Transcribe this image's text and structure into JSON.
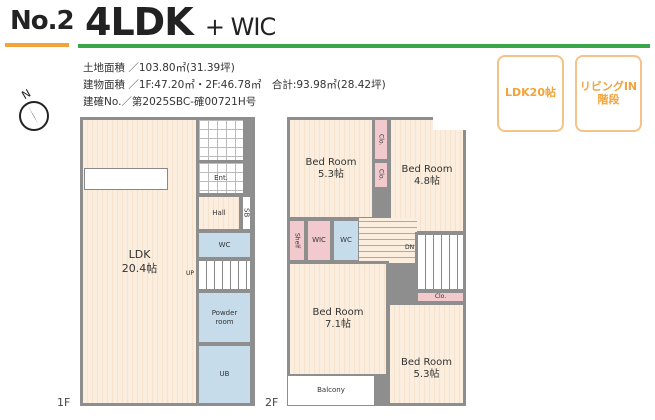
{
  "header": {
    "number": "No.2",
    "plan": "4LDK",
    "plan_suffix": "+ WIC"
  },
  "specs": {
    "land": "土地面積 ／103.80㎡(31.39坪)",
    "building": "建物面積 ／1F:47.20㎡・2F:46.78㎡　合計:93.98㎡(28.42坪)",
    "permit": "建確No.／第2025SBC-確00721H号"
  },
  "badges": [
    "LDK20帖",
    "リビングIN\n階段"
  ],
  "compass": {
    "label": "N"
  },
  "floor1": {
    "label": "1F",
    "ldk": "LDK",
    "ldk_size": "20.4帖",
    "ent": "Ent.",
    "hall": "Hall",
    "sb": "SB",
    "wc": "WC",
    "up": "UP",
    "powder": "Powder room",
    "ub": "UB"
  },
  "floor2": {
    "label": "2F",
    "bed1": "Bed Room",
    "bed1_size": "5.3帖",
    "bed2": "Bed Room",
    "bed2_size": "4.8帖",
    "bed3": "Bed Room",
    "bed3_size": "7.1帖",
    "bed4": "Bed Room",
    "bed4_size": "5.3帖",
    "clo": "Clo.",
    "shelf": "Shelf",
    "wic": "WIC",
    "wc": "WC",
    "dn": "DN",
    "balcony": "Balcony"
  },
  "colors": {
    "accent_orange": "#f2a33a",
    "accent_green": "#3aa84a"
  }
}
